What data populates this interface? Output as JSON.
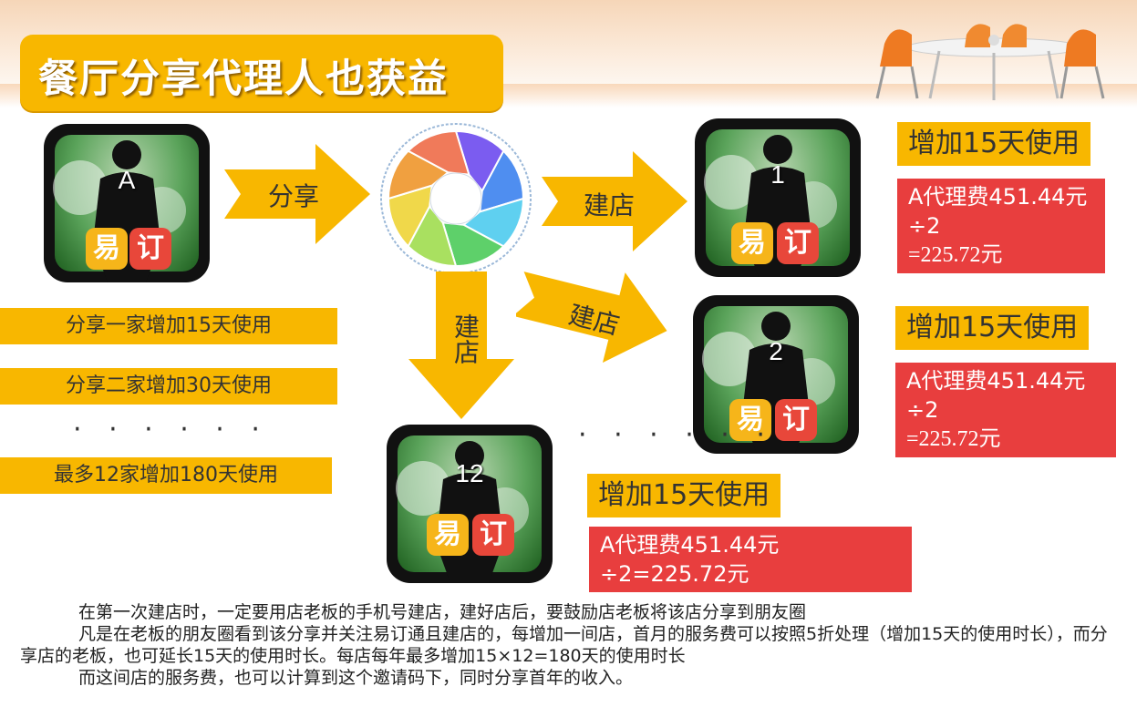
{
  "title": "餐厅分享代理人也获益",
  "arrows": {
    "share": "分享",
    "build_top": "建店",
    "build_mid": "建店",
    "build_down": "建店"
  },
  "avatars": {
    "source": "A",
    "n1": "1",
    "n2": "2",
    "n12": "12",
    "badge_left": "易",
    "badge_right": "订"
  },
  "left_bars": [
    "分享一家增加15天使用",
    "分享二家增加30天使用",
    "最多12家增加180天使用"
  ],
  "ellipsis_left": "· · · · · ·",
  "ellipsis_mid": "· · · · · ·",
  "cards": {
    "c1": {
      "gain": "增加15天使用",
      "fee_line1": "A代理费451.44元÷2",
      "fee_line2": "=225.72元"
    },
    "c2": {
      "gain": "增加15天使用",
      "fee_line1": "A代理费451.44元÷2",
      "fee_line2": "=225.72元"
    },
    "c12": {
      "gain": "增加15天使用",
      "fee_line1": "A代理费451.44元÷2=225.72元"
    }
  },
  "paragraphs": [
    "在第一次建店时，一定要用店老板的手机号建店，建好店后，要鼓励店老板将该店分享到朋友圈",
    "凡是在老板的朋友圈看到该分享并关注易订通且建店的，每增加一间店，首月的服务费可以按照5折处理（增加15天的使用时长），而分享店的老板，也可延长15天的使用时长。每店每年最多增加15×12=180天的使用时长",
    "而这间店的服务费，也可以计算到这个邀请码下，同时分享首年的收入。"
  ],
  "colors": {
    "accent_yellow": "#f8b700",
    "accent_red": "#e83e3e"
  }
}
